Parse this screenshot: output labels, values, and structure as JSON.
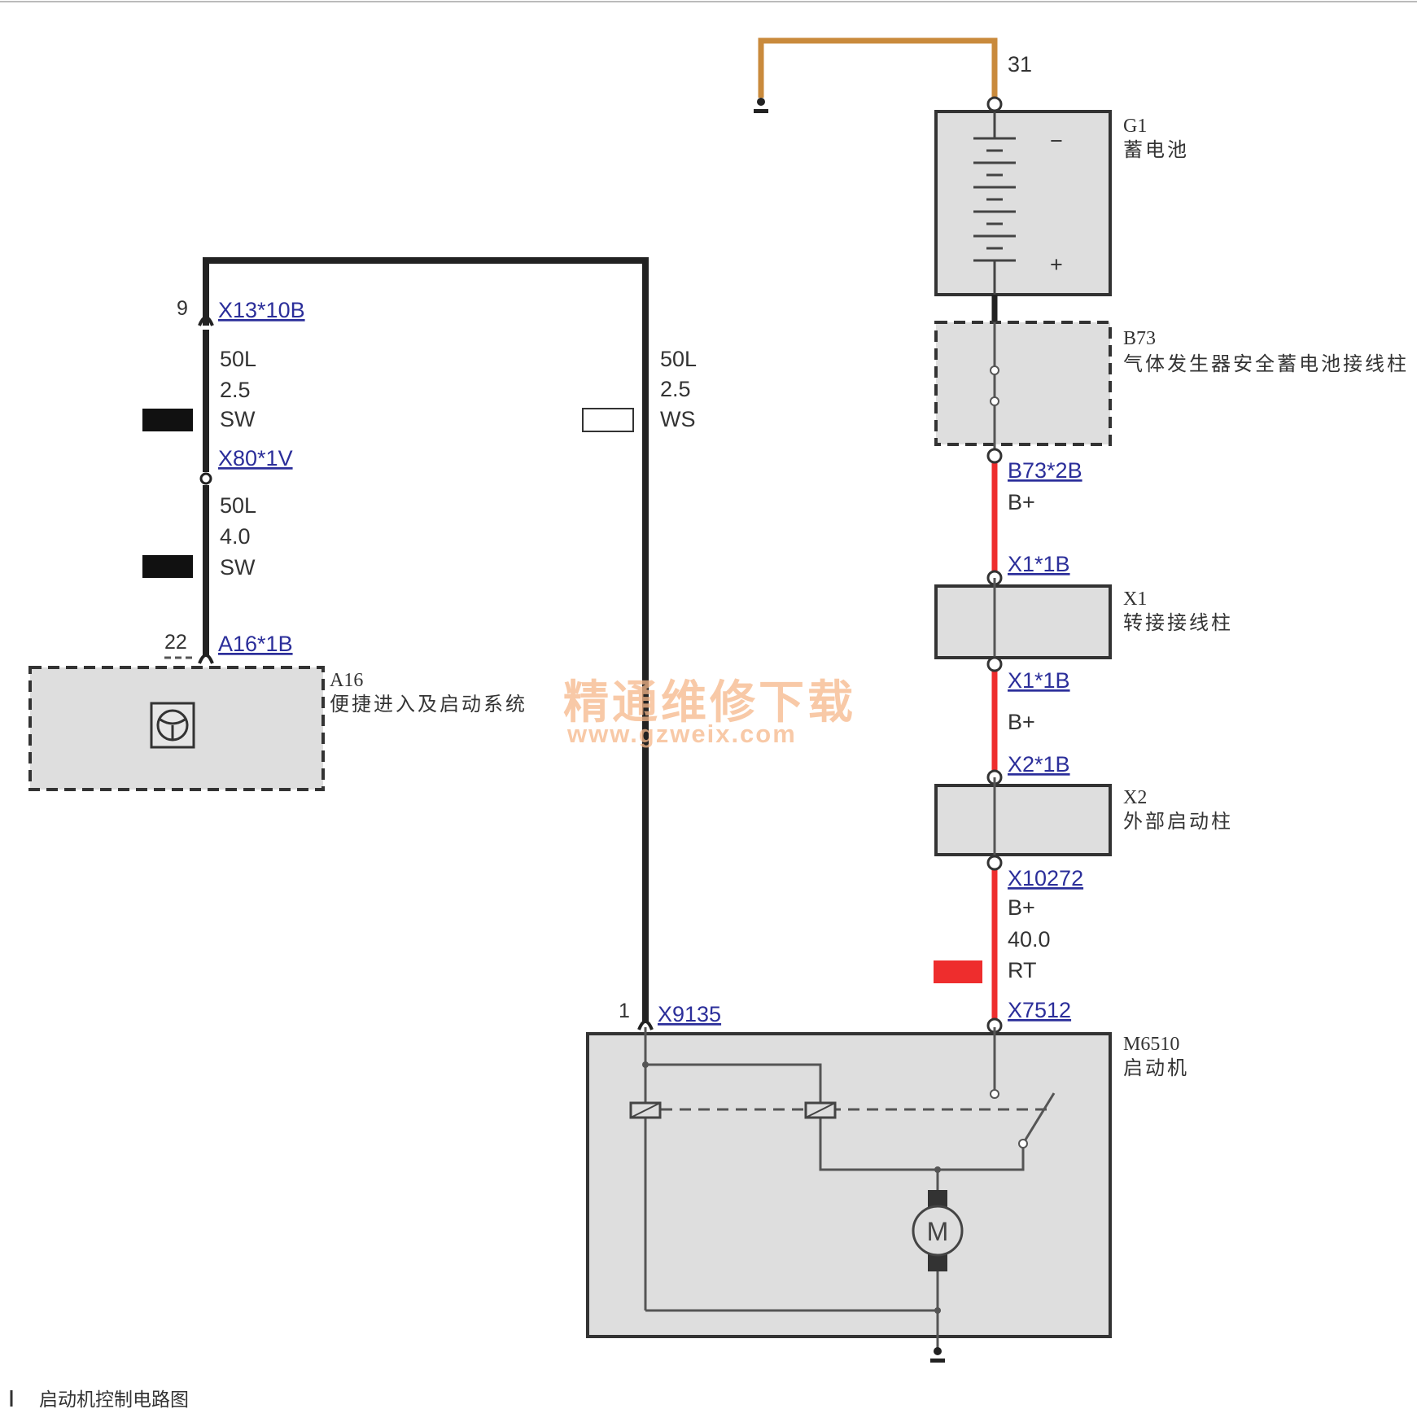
{
  "diagram": {
    "caption": "启动机控制电路图",
    "watermark": {
      "line1": "精通维修下载",
      "line2": "www.gzweix.com"
    },
    "colors": {
      "wire_black": "#222222",
      "wire_red": "#ee2d2d",
      "wire_ground": "#c98a3c",
      "box_fill": "#dedede",
      "link_blue": "#2b2e9a"
    },
    "components": {
      "battery": {
        "id": "G1",
        "name": "蓄电池",
        "minus": "−",
        "plus": "+"
      },
      "b73": {
        "id": "B73",
        "name": "气体发生器安全蓄电池接线柱"
      },
      "x1": {
        "id": "X1",
        "name": "转接接线柱"
      },
      "x2": {
        "id": "X2",
        "name": "外部启动柱"
      },
      "starter": {
        "id": "M6510",
        "name": "启动机",
        "motor_symbol": "M"
      },
      "a16": {
        "id": "A16",
        "name": "便捷进入及启动系统"
      }
    },
    "ground_terminal": "31",
    "connectors": {
      "b73_2b": "B73*2B",
      "x1_1b_top": "X1*1B",
      "x1_1b_bottom": "X1*1B",
      "x2_1b": "X2*1B",
      "x10272": "X10272",
      "x7512": "X7512",
      "x9135": "X9135",
      "x13_10b": "X13*10B",
      "x80_1v": "X80*1V",
      "a16_1b": "A16*1B"
    },
    "pins": {
      "x13_10b": "9",
      "a16_1b": "22",
      "x9135": "1"
    },
    "wire_labels": {
      "red1": {
        "signal": "B+"
      },
      "red2": {
        "signal": "B+"
      },
      "red3": {
        "signal": "B+",
        "size": "40.0",
        "color": "RT"
      },
      "left_upper": {
        "signal": "50L",
        "size": "2.5",
        "color": "SW"
      },
      "left_lower": {
        "signal": "50L",
        "size": "4.0",
        "color": "SW"
      },
      "mid": {
        "signal": "50L",
        "size": "2.5",
        "color": "WS"
      }
    }
  }
}
